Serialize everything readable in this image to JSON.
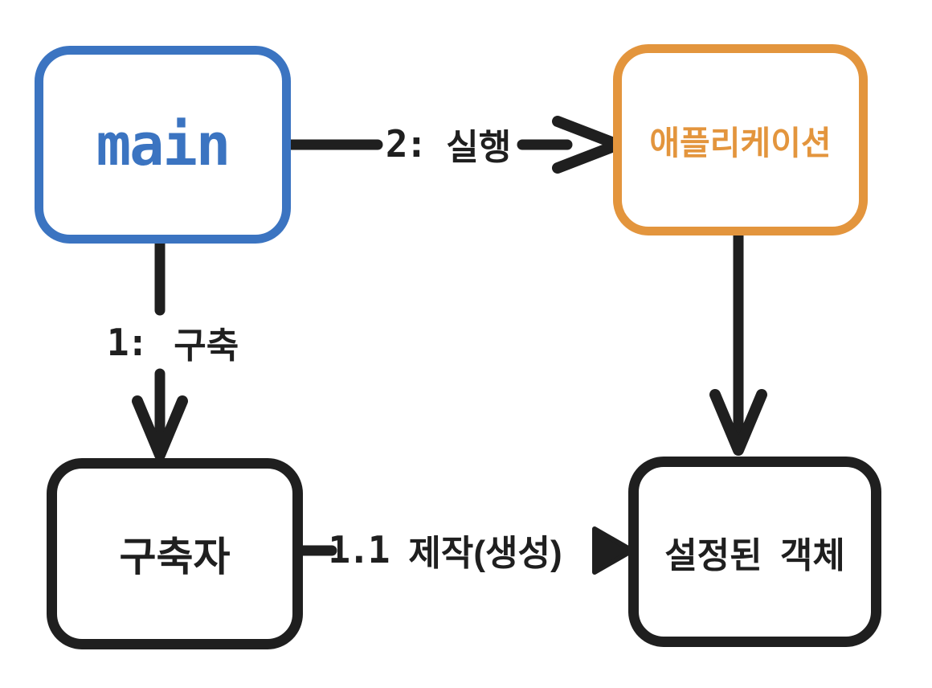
{
  "diagram": {
    "background": "#ffffff",
    "stroke_color": "#1f1f1f",
    "nodes": [
      {
        "id": "main",
        "label": "main",
        "color": "#3b74c1"
      },
      {
        "id": "application",
        "label": "애플리케이션",
        "color": "#e3953d"
      },
      {
        "id": "builder",
        "label": "구축자",
        "color": "#1f1f1f"
      },
      {
        "id": "configured-object",
        "label": "설정된 객체",
        "color": "#1f1f1f"
      }
    ],
    "edges": [
      {
        "id": "main-to-application",
        "from": "main",
        "to": "application",
        "prefix": "2:",
        "label": "실행",
        "arrow_style": "open-chevron"
      },
      {
        "id": "main-to-builder",
        "from": "main",
        "to": "builder",
        "prefix": "1:",
        "label": "구축",
        "arrow_style": "open-chevron"
      },
      {
        "id": "builder-to-configured-object",
        "from": "builder",
        "to": "configured-object",
        "prefix": "1.1",
        "label": "제작(생성)",
        "arrow_style": "filled-triangle"
      },
      {
        "id": "application-to-configured-object",
        "from": "application",
        "to": "configured-object",
        "prefix": "",
        "label": "",
        "arrow_style": "open-chevron"
      }
    ]
  }
}
